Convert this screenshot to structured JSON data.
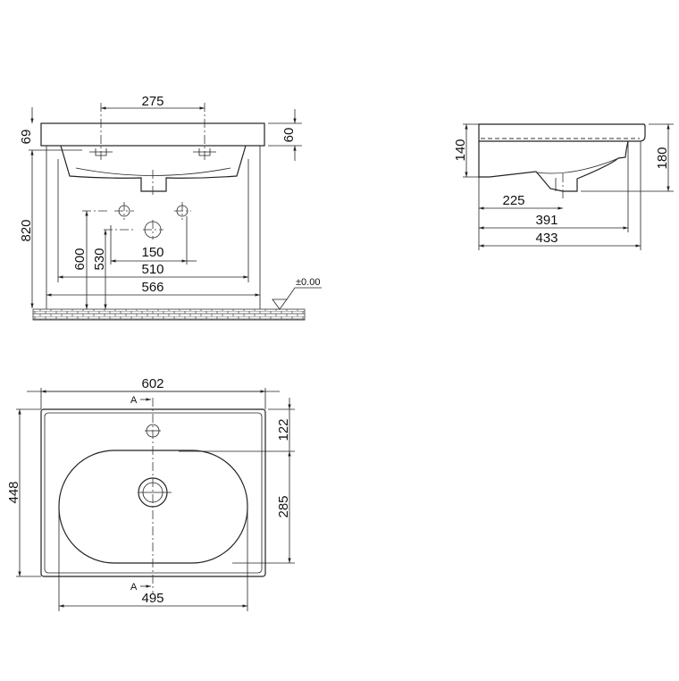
{
  "front_view": {
    "dims": {
      "tap_spacing": "275",
      "overflow_height": "69",
      "counter_thickness": "60",
      "total_height": "820",
      "supply_height": "600",
      "drain_height": "530",
      "supply_spacing": "150",
      "inner_width": "510",
      "outer_width": "566"
    },
    "floor_level": "±0.00"
  },
  "side_view": {
    "dims": {
      "bowl_depth": "140",
      "total_depth": "180",
      "drain_offset": "225",
      "inner_length": "391",
      "total_length": "433"
    }
  },
  "top_view": {
    "dims": {
      "width": "602",
      "depth": "448",
      "tap_offset": "122",
      "bowl_depth": "285",
      "bowl_width": "495"
    },
    "section_marks": [
      "A",
      "A"
    ]
  },
  "colors": {
    "line": "#222222",
    "background": "#ffffff"
  }
}
